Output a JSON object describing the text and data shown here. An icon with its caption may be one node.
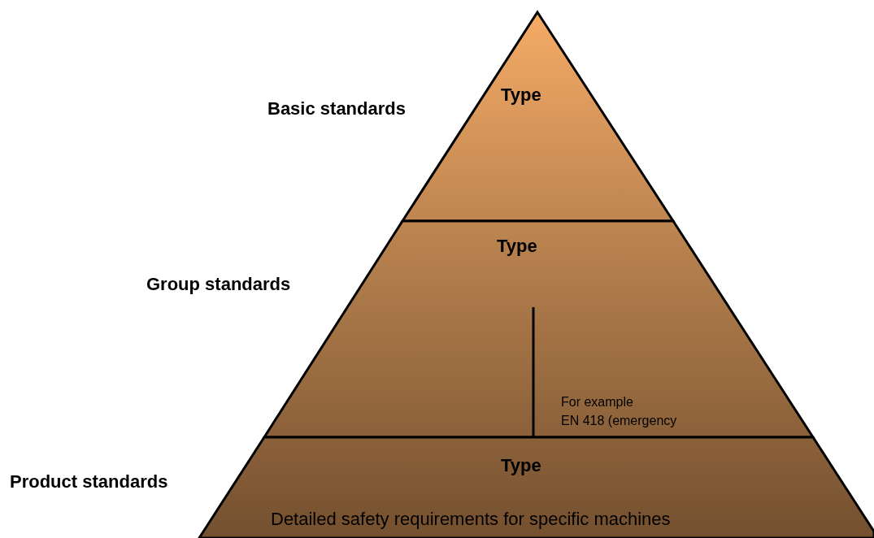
{
  "diagram": {
    "nodes": [
      {
        "text": [
          "Type"
        ],
        "beside": [
          "Basic standards"
        ]
      },
      {
        "text": [
          "Type",
          "For example",
          "EN 418 (emergency"
        ],
        "beside": [
          "Group standards"
        ]
      },
      {
        "text": [
          "Type",
          "Detailed safety requirements for specific machines"
        ],
        "beside": [
          "Product standards"
        ]
      }
    ]
  }
}
